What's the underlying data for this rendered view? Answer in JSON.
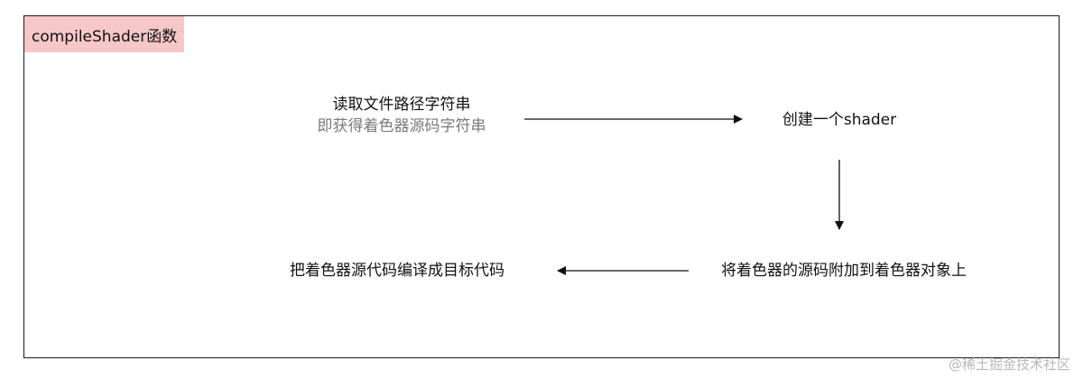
{
  "diagram": {
    "title": "compileShader函数",
    "nodes": {
      "read_source": {
        "line1": "读取文件路径字符串",
        "line2": "即获得着色器源码字符串"
      },
      "create_shader": "创建一个shader",
      "attach_source": "将着色器的源码附加到着色器对象上",
      "compile": "把着色器源代码编译成目标代码"
    },
    "colors": {
      "title_background": "#f6c7c7",
      "frame": "#1a1a1a",
      "secondary_text": "#7a7a7a"
    }
  },
  "watermark": "@稀土掘金技术社区"
}
